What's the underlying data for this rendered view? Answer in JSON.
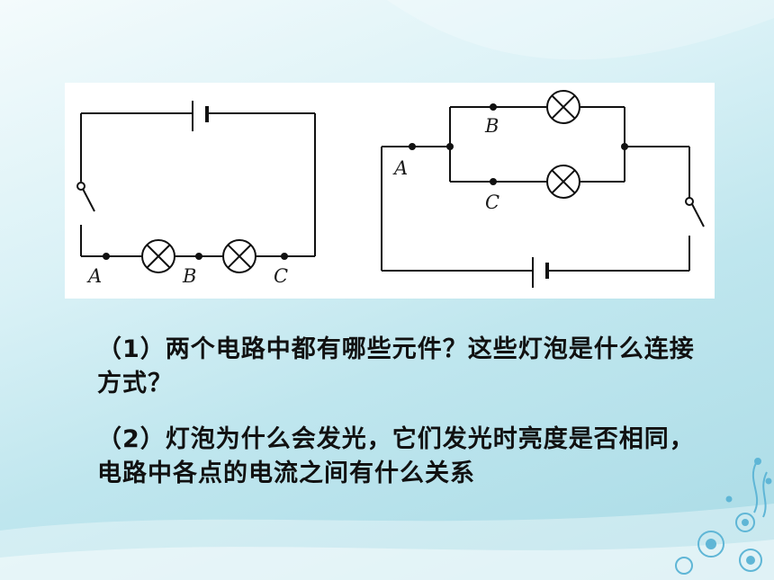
{
  "circuit_series": {
    "labels": {
      "a": "A",
      "b": "B",
      "c": "C"
    }
  },
  "circuit_parallel": {
    "labels": {
      "a": "A",
      "b": "B",
      "c": "C"
    }
  },
  "questions": [
    {
      "text": "（1）两个电路中都有哪些元件？这些灯泡是什么连接方式？"
    },
    {
      "text": "（2）灯泡为什么会发光，它们发光时亮度是否相同，电路中各点的电流之间有什么关系"
    }
  ],
  "colors": {
    "wire": "#111111",
    "panel": "#ffffff",
    "background": "#bfe6ee",
    "flower": "#5fb6d6"
  },
  "icons": [
    "battery-icon",
    "switch-icon",
    "lamp-icon",
    "flower-decoration-icon"
  ]
}
